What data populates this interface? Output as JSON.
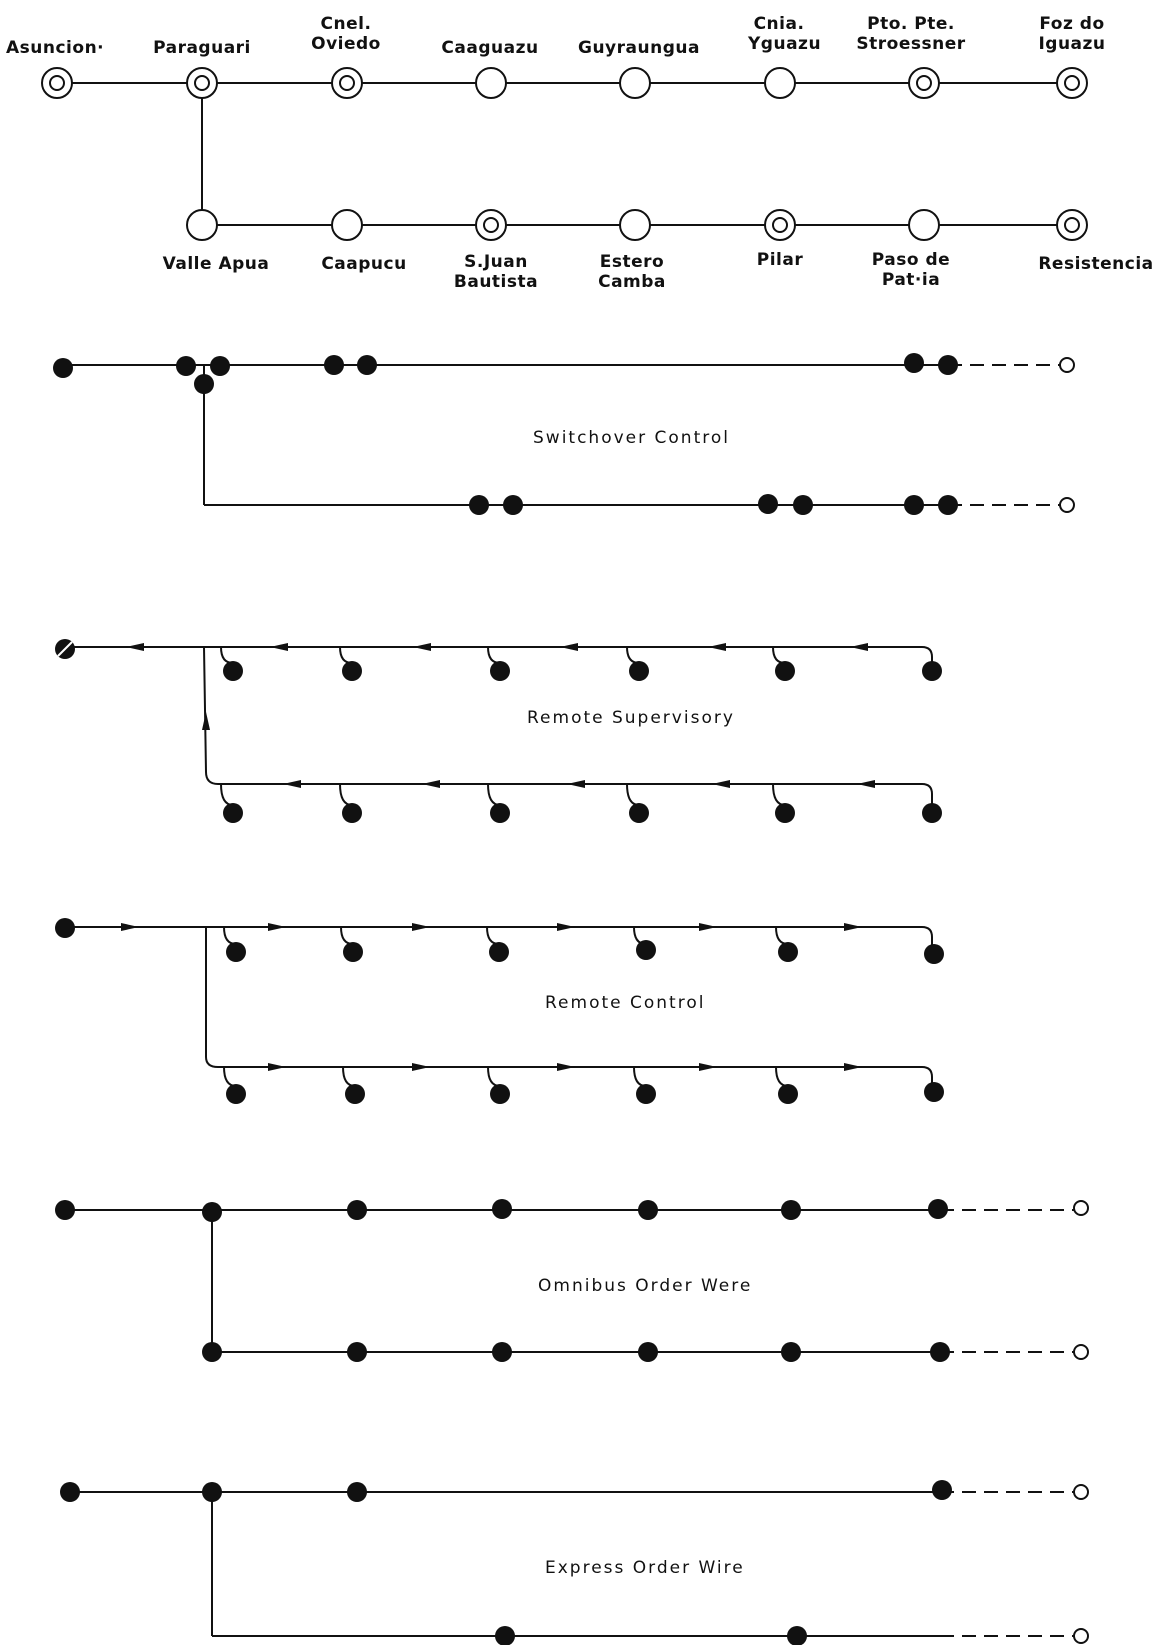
{
  "stations_top": [
    "Asuncion·",
    "Paraguari",
    "Cnel. Oviedo",
    "Caaguazu",
    "Guyraungua",
    "Cnia. Yguazu",
    "Pto. Pte. Stroessner",
    "Foz do Iguazu"
  ],
  "stations_bottom": [
    "Valle Apua",
    "Caapucu",
    "S.Juan Bautista",
    "Estero Camba",
    "Pilar",
    "Paso de Pat·ia",
    "Resistencia"
  ],
  "station_symbols": {
    "top": [
      "double",
      "double",
      "double",
      "single",
      "single",
      "single",
      "double",
      "double"
    ],
    "bottom": [
      "single",
      "single",
      "double",
      "single",
      "double",
      "single",
      "double"
    ]
  },
  "sections": {
    "switchover": "Switchover Control",
    "supervisory": "Remote Supervisory",
    "control": "Remote Control",
    "omnibus": "Omnibus Order Were",
    "express": "Express Order Wire"
  }
}
